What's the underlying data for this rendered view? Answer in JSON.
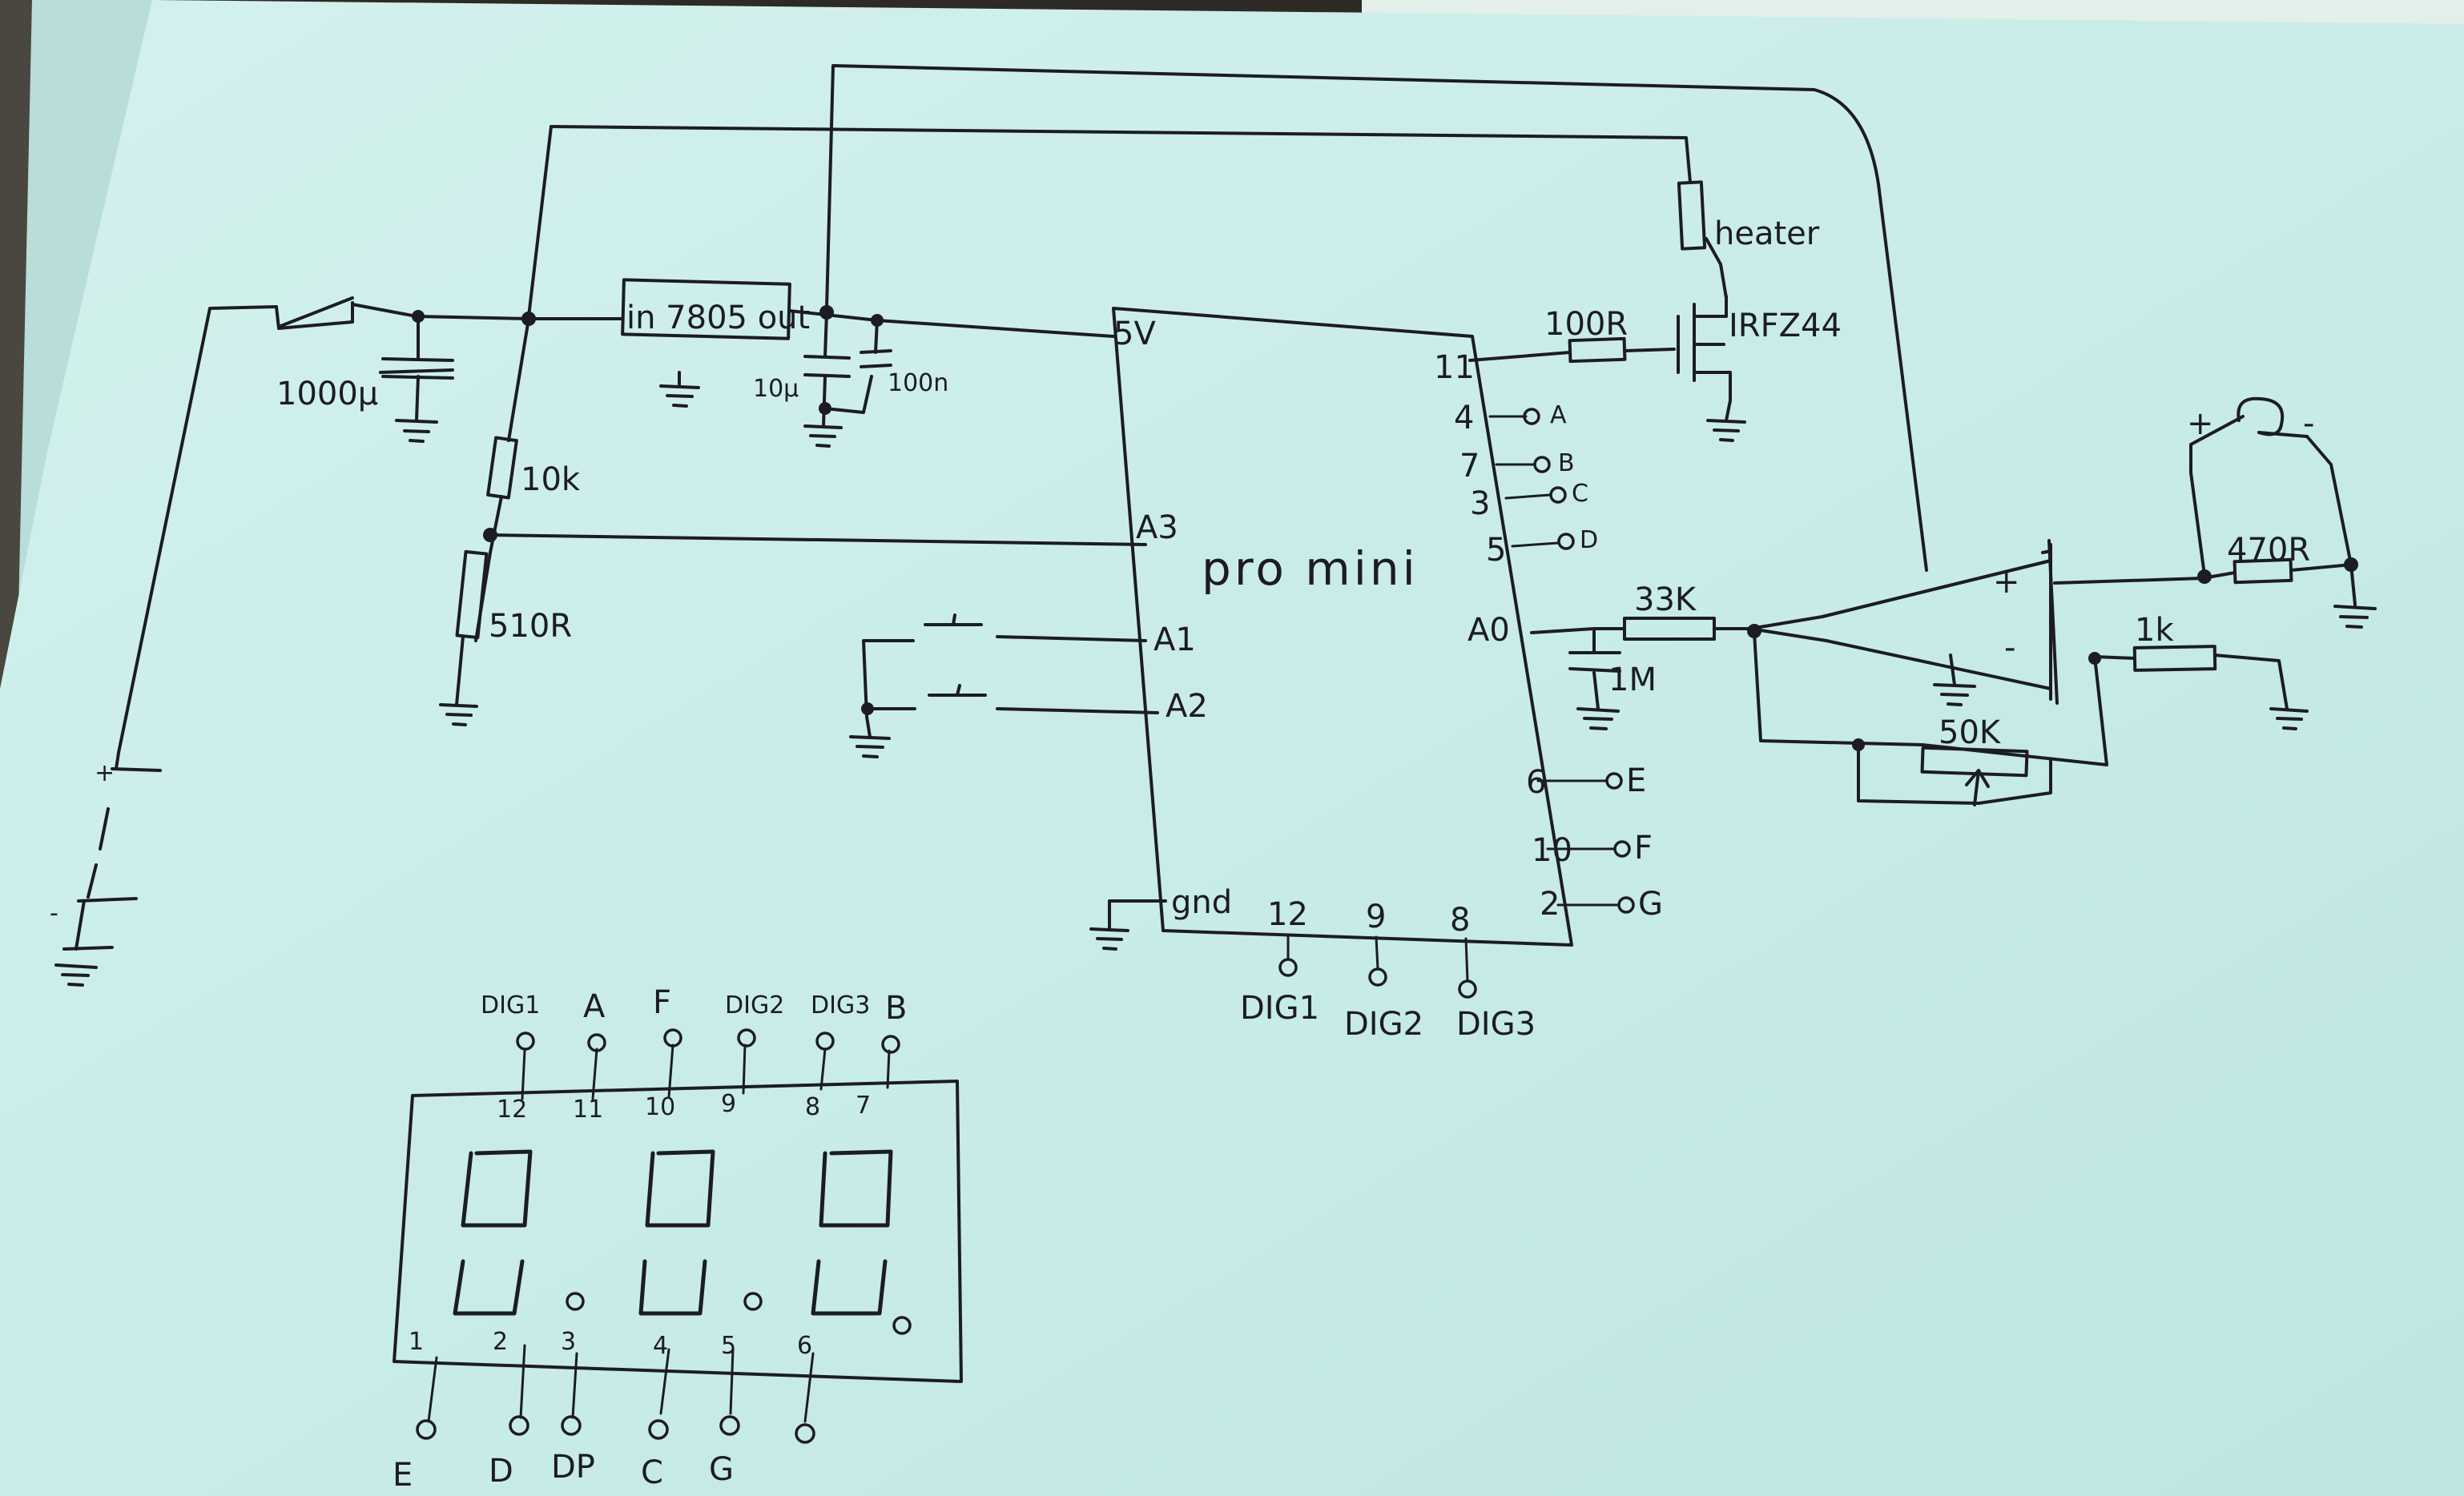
{
  "components": {
    "cap_input": "1000µ",
    "regulator": "in 7805 out",
    "cap_reg_out_1": "10µ",
    "cap_reg_out_2": "100n",
    "r_div_top": "10k",
    "r_div_bottom": "510R",
    "r_gate": "100R",
    "heater": "heater",
    "mosfet": "IRFZ44",
    "r_filter": "33K",
    "cap_filter": "1M",
    "r_feedback_pot": "50K",
    "r_opamp_neg": "1k",
    "r_thermo": "470R",
    "thermo_plus": "+",
    "thermo_minus": "-",
    "opamp_plus": "+",
    "opamp_minus": "-",
    "battery_plus": "+",
    "battery_minus": "-"
  },
  "mcu": {
    "name": "pro mini",
    "pin_5v": "5V",
    "pin_a3": "A3",
    "pin_a1": "A1",
    "pin_a2": "A2",
    "pin_gnd": "gnd",
    "pin_11": "11",
    "pin_4": "4",
    "pin_7": "7",
    "pin_3": "3",
    "pin_5": "5",
    "pin_a0": "A0",
    "pin_6": "6",
    "pin_10": "10",
    "pin_2": "2",
    "pin_12": "12",
    "pin_9": "9",
    "pin_8": "8",
    "out_4": "A",
    "out_7": "B",
    "out_3": "C",
    "out_5": "D",
    "out_6": "E",
    "out_10": "F",
    "out_2": "G",
    "dig1": "DIG1",
    "dig2": "DIG2",
    "dig3": "DIG3"
  },
  "display": {
    "top_labels": [
      "DIG1",
      "A",
      "F",
      "DIG2",
      "DIG3",
      "B"
    ],
    "top_pins": [
      "12",
      "11",
      "10",
      "9",
      "8",
      "7"
    ],
    "bottom_pins": [
      "1",
      "2",
      "3",
      "4",
      "5",
      "6"
    ],
    "bottom_labels": [
      "E",
      "D",
      "DP",
      "C",
      "G"
    ]
  }
}
